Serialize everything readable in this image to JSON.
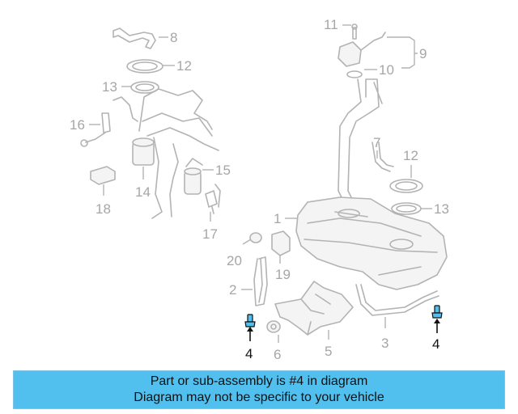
{
  "callouts": {
    "c1": "1",
    "c2": "2",
    "c3": "3",
    "c4a": "4",
    "c4b": "4",
    "c5": "5",
    "c6": "6",
    "c7": "7",
    "c8": "8",
    "c9": "9",
    "c10": "10",
    "c11": "11",
    "c12a": "12",
    "c12b": "12",
    "c13a": "13",
    "c13b": "13",
    "c14": "14",
    "c15": "15",
    "c16": "16",
    "c17": "17",
    "c18": "18",
    "c19": "19",
    "c20": "20"
  },
  "highlight_color": "#51c0ef",
  "banner": {
    "line1": "Part or sub-assembly is #4 in diagram",
    "line2": "Diagram may not be specific to your vehicle"
  }
}
